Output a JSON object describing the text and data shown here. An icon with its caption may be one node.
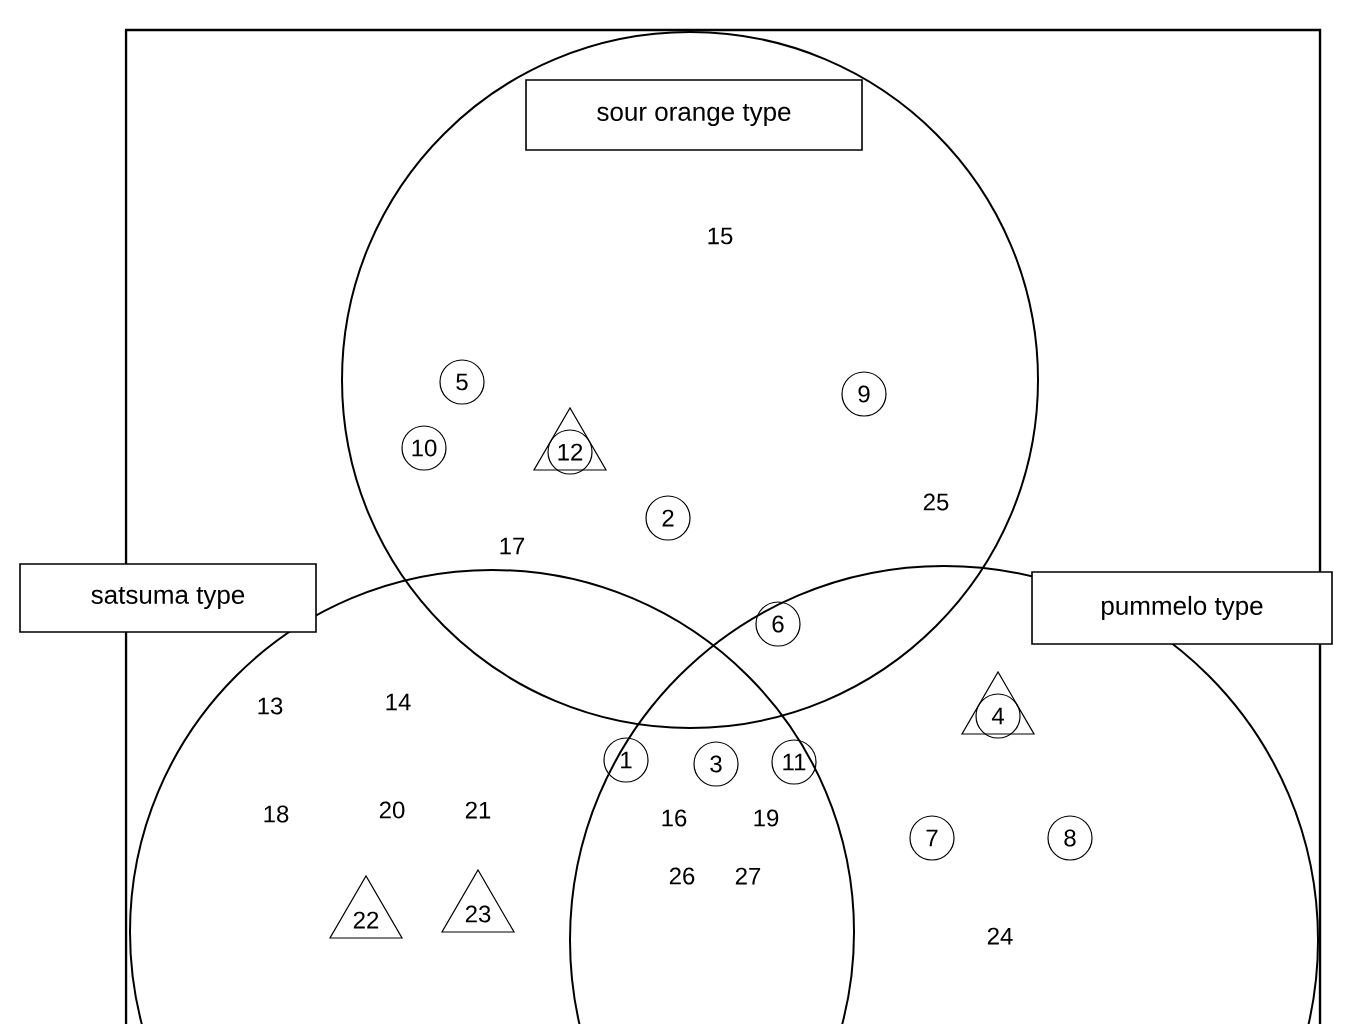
{
  "diagram": {
    "nodes": [
      {
        "text": [],
        "shape": "circle"
      },
      {
        "text": [],
        "shape": "circle"
      },
      {
        "text": [],
        "shape": "circle"
      },
      {
        "text": [
          "sour orange type"
        ],
        "in": 0
      },
      {
        "text": [
          "satsuma type"
        ]
      },
      {
        "text": [
          "pummelo type"
        ]
      }
    ],
    "labels": [
      "15",
      "5",
      "9",
      "10",
      "12",
      "25",
      "2",
      "17",
      "6",
      "14",
      "13",
      "4",
      "1",
      "3",
      "11",
      "20",
      "21",
      "18",
      "16",
      "19",
      "7",
      "8",
      "26",
      "27",
      "23",
      "22",
      "24"
    ]
  }
}
